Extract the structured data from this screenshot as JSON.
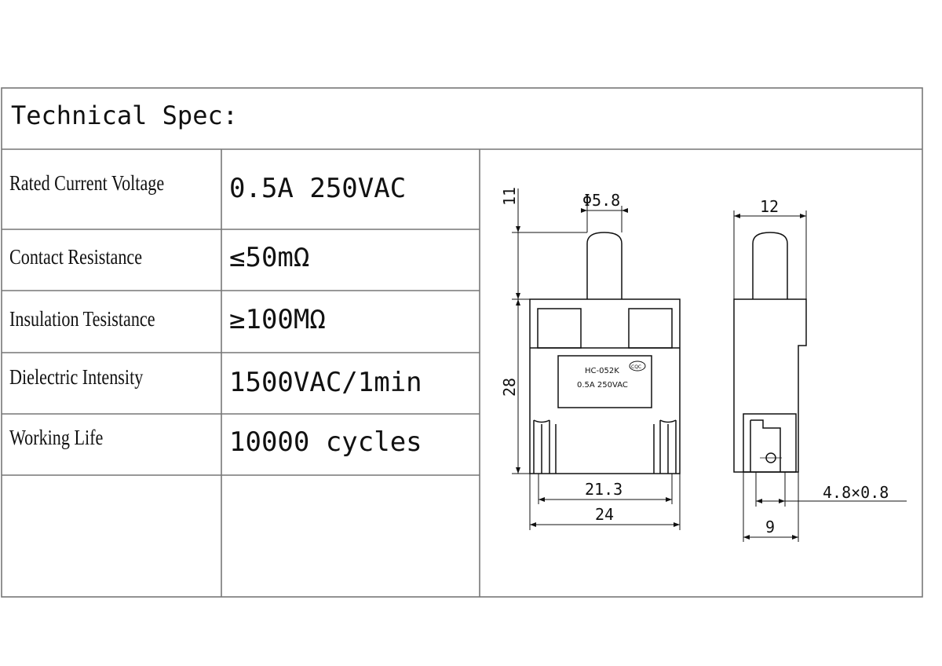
{
  "title": "Technical Spec:",
  "spec_rows": [
    {
      "label": "Rated Current Voltage",
      "value": "0.5A 250VAC"
    },
    {
      "label": "Contact Resistance",
      "value": "≤50mΩ"
    },
    {
      "label": "Insulation Tesistance",
      "value": "≥100MΩ"
    },
    {
      "label": "Dielectric Intensity",
      "value": "1500VAC/1min"
    },
    {
      "label": "Working Life",
      "value": "10000 cycles"
    }
  ],
  "drawing": {
    "dim_11": "11",
    "dim_phi": "Φ5.8",
    "dim_28": "28",
    "dim_21": "21.3",
    "dim_24": "24",
    "dim_12": "12",
    "dim_terminal": "4.8×0.8",
    "dim_9": "9",
    "plate_model": "HC-052K",
    "plate_rating": "0.5A 250VAC",
    "plate_mark": "CQC"
  }
}
